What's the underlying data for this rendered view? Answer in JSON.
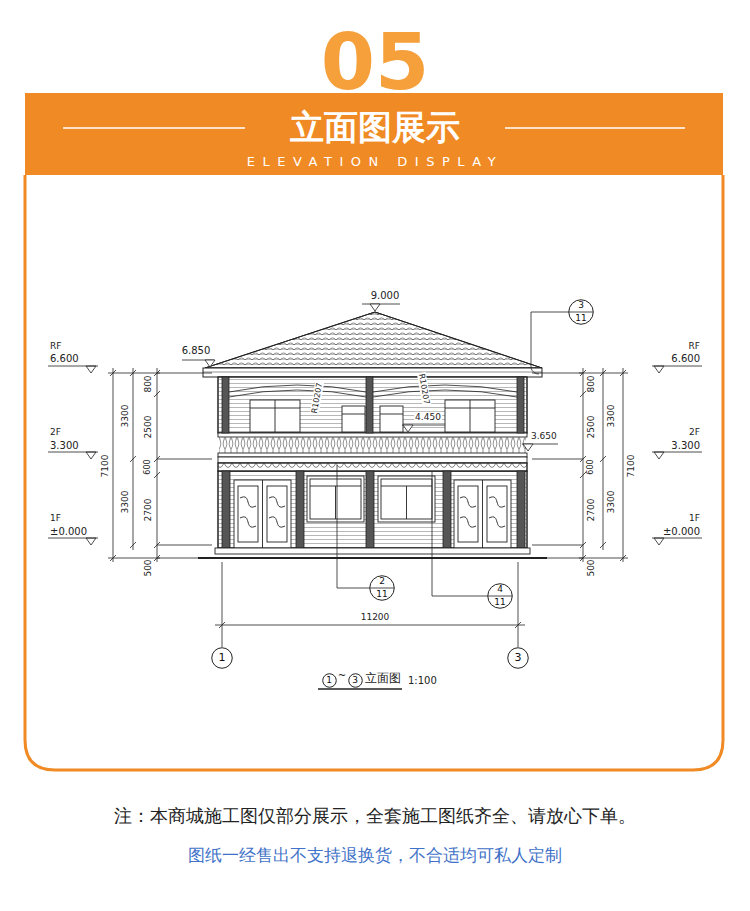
{
  "diagram": {
    "title": "立面图展示",
    "caption": "立面图",
    "nodes": [
      {
        "text": [
          "3",
          "11"
        ]
      },
      {
        "text": [
          "2",
          "11"
        ]
      },
      {
        "text": [
          "4",
          "11"
        ]
      },
      {
        "text": [
          "1"
        ]
      },
      {
        "text": [
          "3"
        ]
      },
      {
        "text": [
          "1"
        ]
      },
      {
        "text": [
          "3"
        ]
      }
    ],
    "labels": [
      "05",
      "ELEVATION DISPLAY",
      "9.000",
      "6.850",
      "RF",
      "6.600",
      "RF",
      "6.600",
      "2F",
      "3.300",
      "2F",
      "3.300",
      "1F",
      "±0.000",
      "1F",
      "±0.000",
      "R10207",
      "R10207",
      "4.450",
      "3.650",
      "800",
      "2500",
      "600",
      "2700",
      "500",
      "3300",
      "3300",
      "7100",
      "800",
      "2500",
      "600",
      "2700",
      "500",
      "3300",
      "3300",
      "7100",
      "11200",
      "~",
      "1:100",
      "注：本商城施工图仅部分展示，全套施工图纸齐全、请放心下单。",
      "图纸一经售出不支持退换货，不合适均可私人定制"
    ]
  }
}
